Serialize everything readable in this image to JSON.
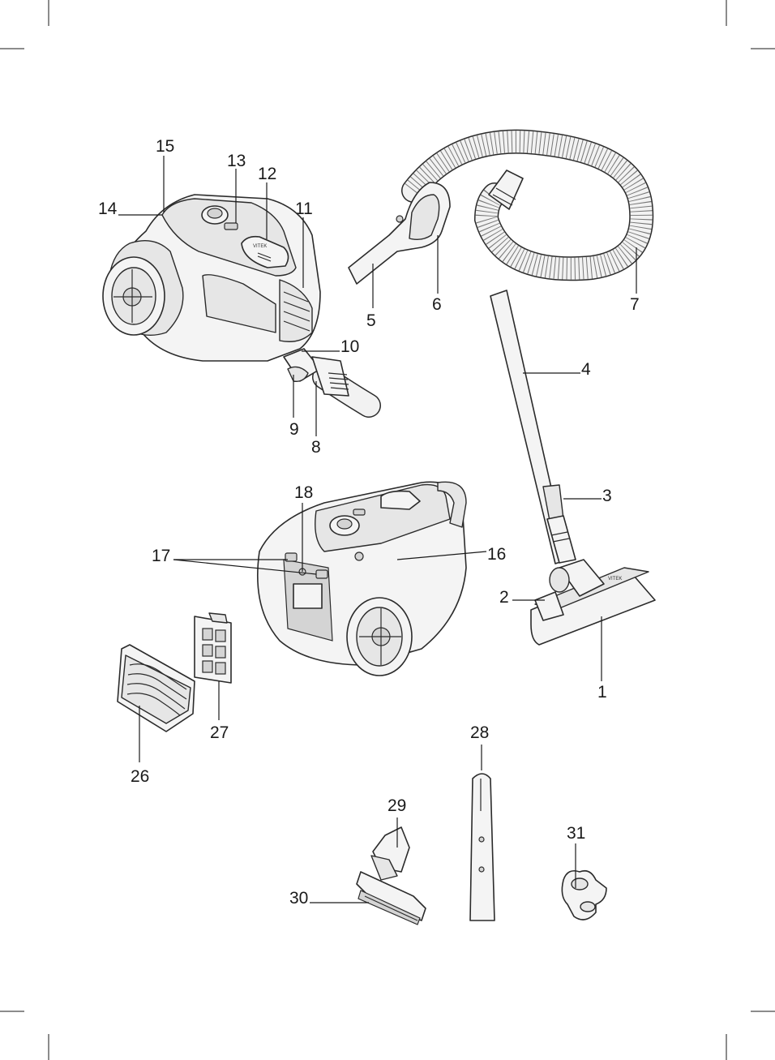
{
  "callouts": [
    {
      "id": "1",
      "text": "1"
    },
    {
      "id": "2",
      "text": "2"
    },
    {
      "id": "3",
      "text": "3"
    },
    {
      "id": "4",
      "text": "4"
    },
    {
      "id": "5",
      "text": "5"
    },
    {
      "id": "6",
      "text": "6"
    },
    {
      "id": "7",
      "text": "7"
    },
    {
      "id": "8",
      "text": "8"
    },
    {
      "id": "9",
      "text": "9"
    },
    {
      "id": "10",
      "text": "10"
    },
    {
      "id": "11",
      "text": "11"
    },
    {
      "id": "12",
      "text": "12"
    },
    {
      "id": "13",
      "text": "13"
    },
    {
      "id": "14",
      "text": "14"
    },
    {
      "id": "15",
      "text": "15"
    },
    {
      "id": "16",
      "text": "16"
    },
    {
      "id": "17",
      "text": "17"
    },
    {
      "id": "18",
      "text": "18"
    },
    {
      "id": "26",
      "text": "26"
    },
    {
      "id": "27",
      "text": "27"
    },
    {
      "id": "28",
      "text": "28"
    },
    {
      "id": "29",
      "text": "29"
    },
    {
      "id": "30",
      "text": "30"
    },
    {
      "id": "31",
      "text": "31"
    }
  ],
  "brand": {
    "logo_text": "VITEK"
  }
}
